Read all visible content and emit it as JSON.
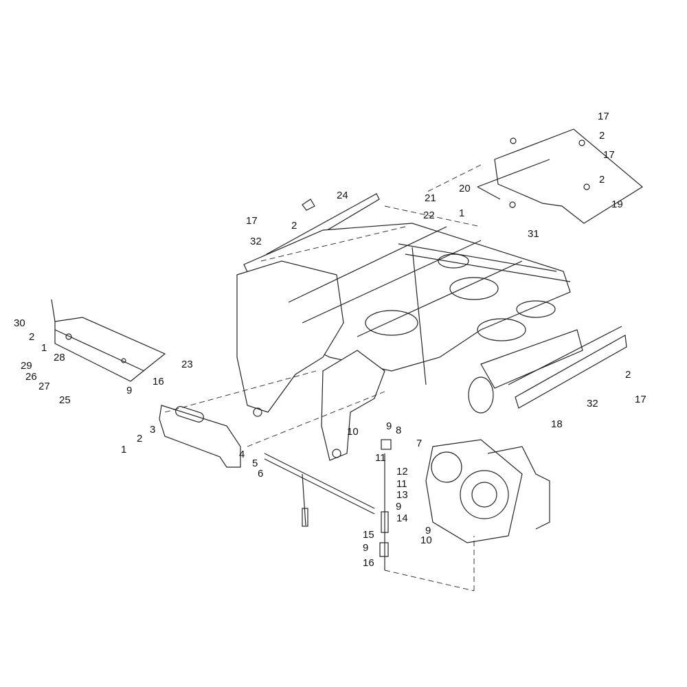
{
  "diagram": {
    "title": "Frame, deck and transmission exploded parts view",
    "callouts": [
      "17",
      "2",
      "17",
      "2",
      "19",
      "20",
      "21",
      "1",
      "22",
      "31",
      "24",
      "17",
      "2",
      "32",
      "30",
      "2",
      "1",
      "28",
      "29",
      "26",
      "27",
      "25",
      "23",
      "16",
      "9",
      "3",
      "2",
      "1",
      "4",
      "5",
      "6",
      "10",
      "9",
      "8",
      "7",
      "11",
      "12",
      "11",
      "13",
      "9",
      "14",
      "15",
      "9",
      "9",
      "10",
      "16",
      "2",
      "32",
      "17",
      "18"
    ]
  }
}
